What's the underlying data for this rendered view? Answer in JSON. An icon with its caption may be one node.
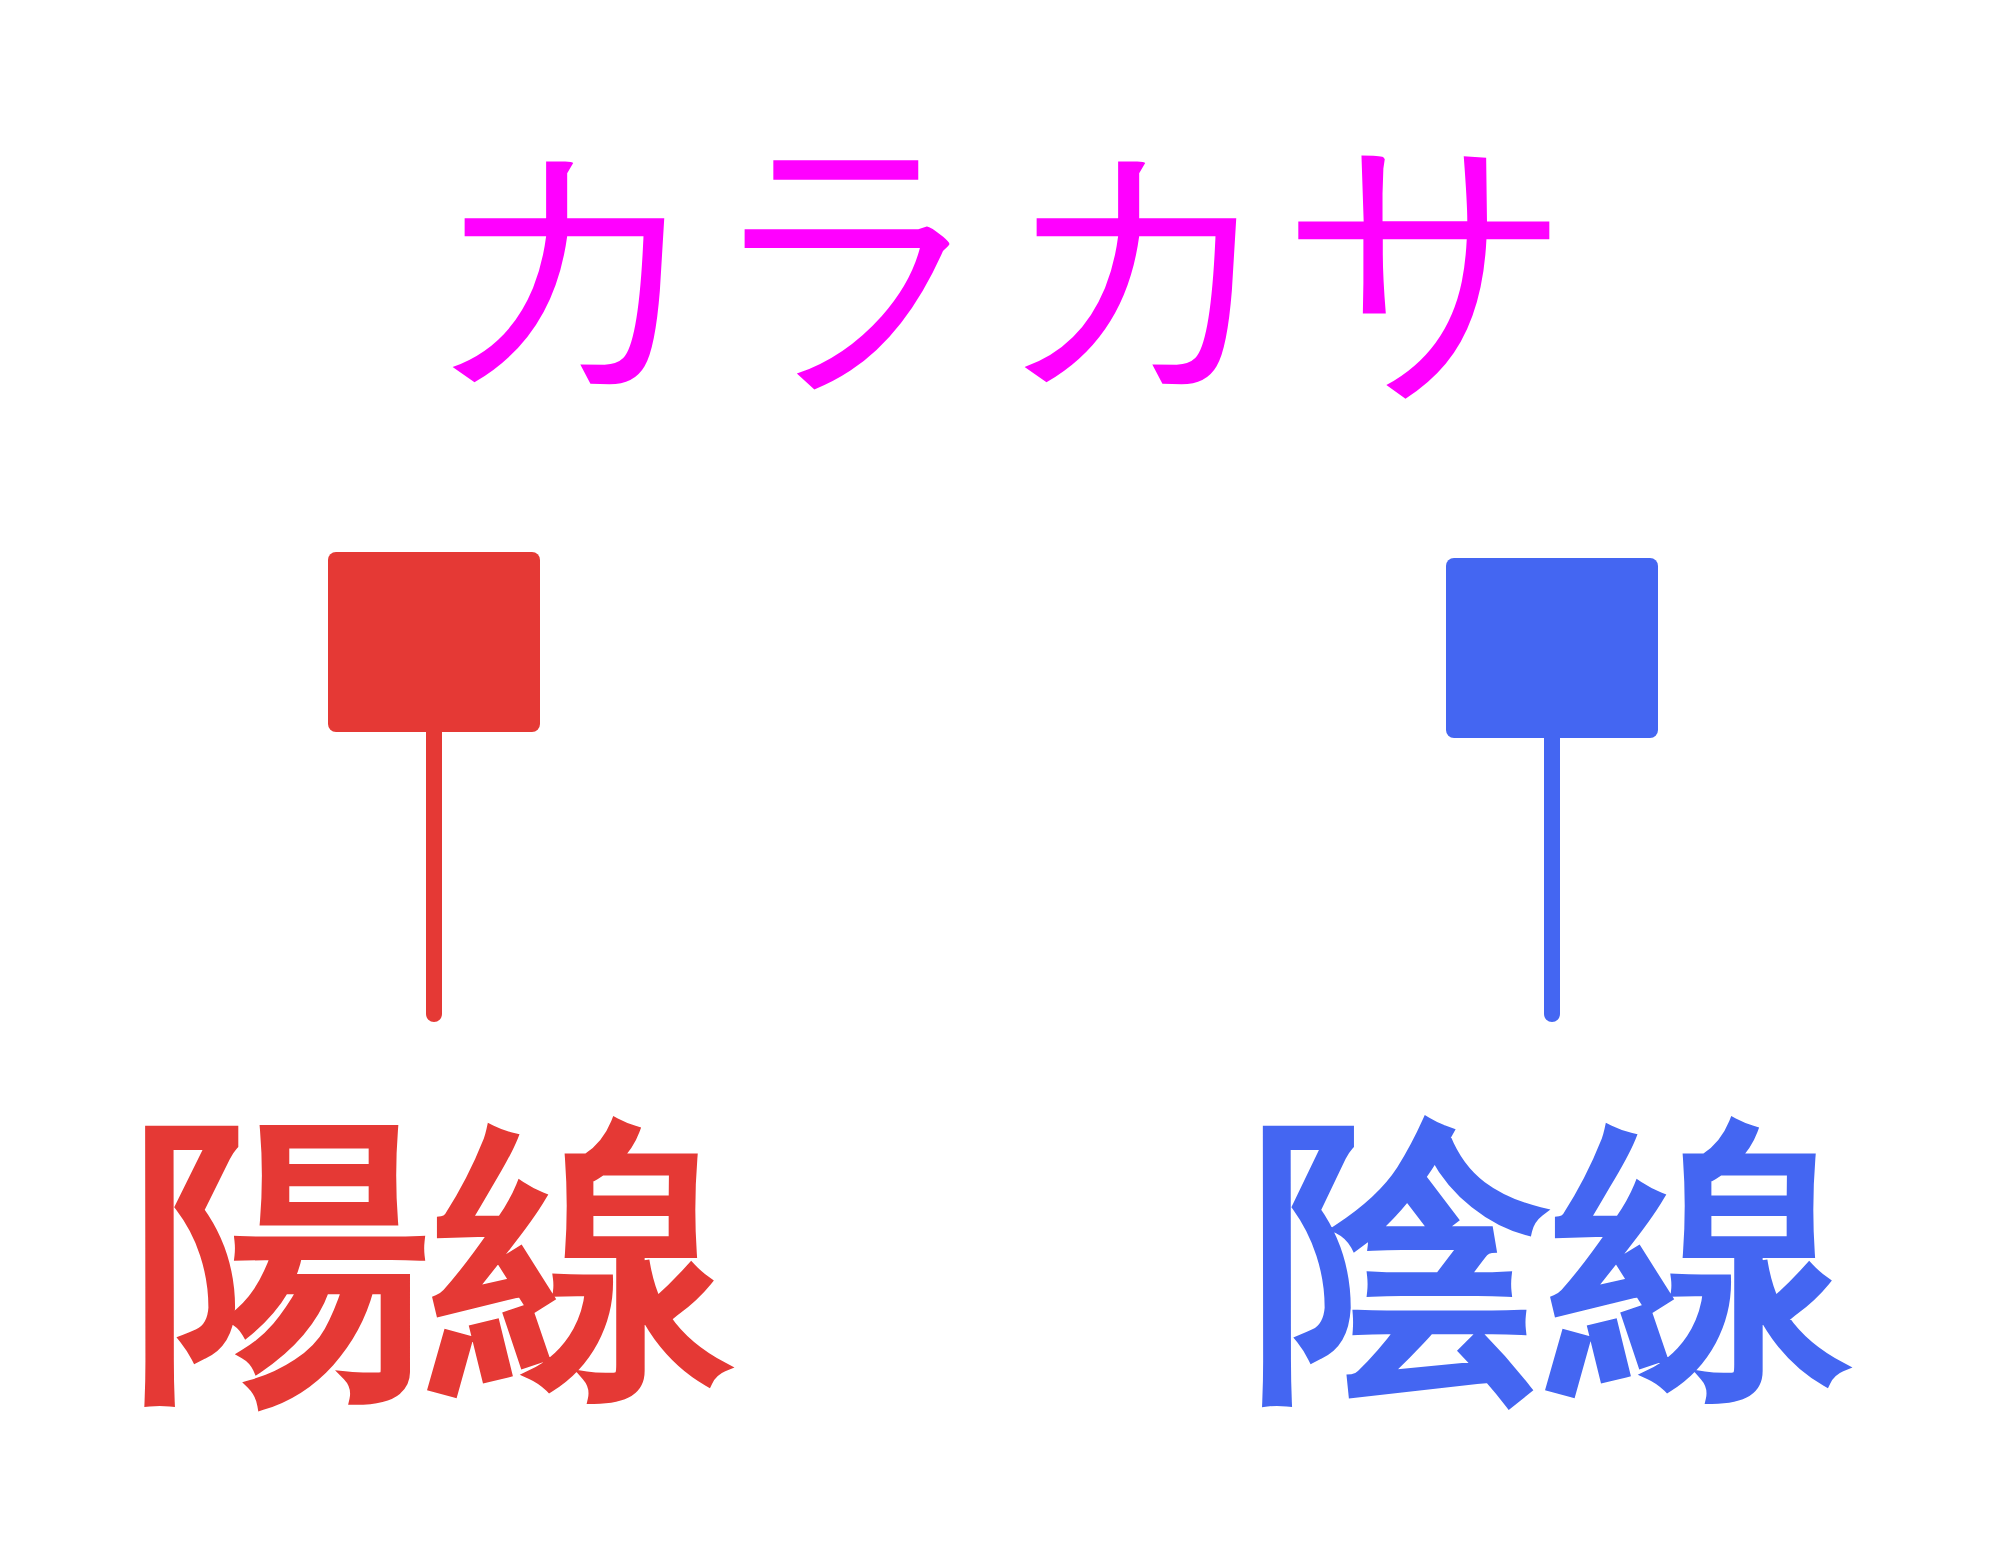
{
  "diagram": {
    "title": "カラカサ",
    "labels": [
      "陽線",
      "陰線"
    ]
  }
}
